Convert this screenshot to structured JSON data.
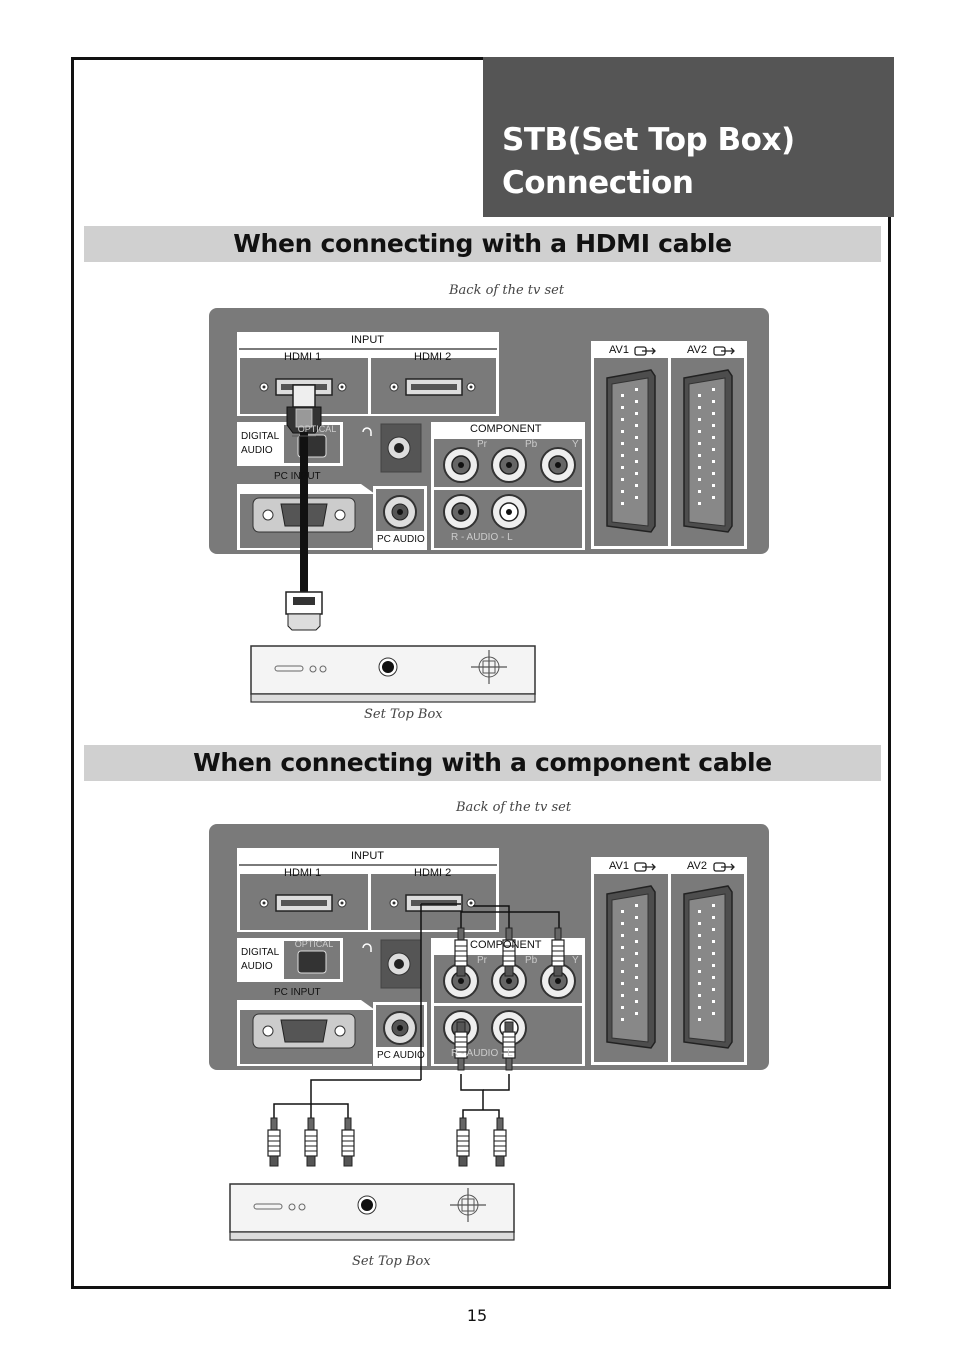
{
  "page": {
    "title_line1": "STB(Set Top Box)",
    "title_line2": "Connection",
    "page_number": "15"
  },
  "sections": [
    {
      "heading": "When connecting with a HDMI cable",
      "caption_top": "Back of the tv set",
      "caption_bottom": "Set Top Box"
    },
    {
      "heading": "When connecting with a component cable",
      "caption_top": "Back of the tv set",
      "caption_bottom": "Set Top Box"
    }
  ],
  "panel": {
    "input": "INPUT",
    "hdmi1": "HDMI 1",
    "hdmi2": "HDMI 2",
    "digital": "DIGITAL",
    "audio": "AUDIO",
    "optical": "OPTICAL",
    "component": "COMPONENT",
    "pr": "Pr",
    "pb": "Pb",
    "y": "Y",
    "pc_input": "PC INPUT",
    "pc_audio": "PC AUDIO",
    "r_audio_l": "R - AUDIO - L",
    "av1": "AV1",
    "av2": "AV2"
  }
}
